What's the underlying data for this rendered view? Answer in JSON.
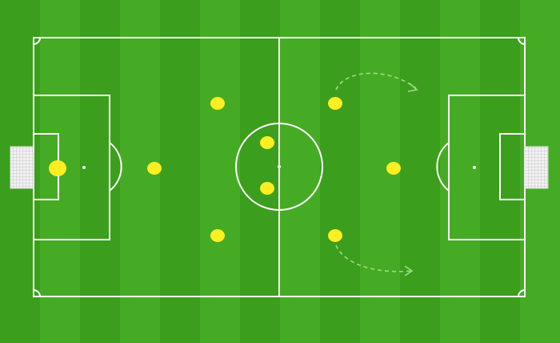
{
  "pitch": {
    "stripe_colors": [
      "#3c9e1d",
      "#46ab24"
    ],
    "line_color": "#ffffff",
    "net_color": "#e9e9e9"
  },
  "players": {
    "color": "#ffee22",
    "items": [
      {
        "role": "goalkeeper"
      },
      {
        "role": "sweeper"
      },
      {
        "role": "left-midfielder"
      },
      {
        "role": "right-midfielder"
      },
      {
        "role": "central-midfielder-top"
      },
      {
        "role": "central-midfielder-bottom"
      },
      {
        "role": "left-forward"
      },
      {
        "role": "right-forward"
      },
      {
        "role": "striker"
      }
    ]
  },
  "movement_arrows": {
    "color": "#9fdc88",
    "style": "dashed",
    "items": [
      {
        "name": "run-arrow-top"
      },
      {
        "name": "run-arrow-bottom"
      }
    ]
  }
}
